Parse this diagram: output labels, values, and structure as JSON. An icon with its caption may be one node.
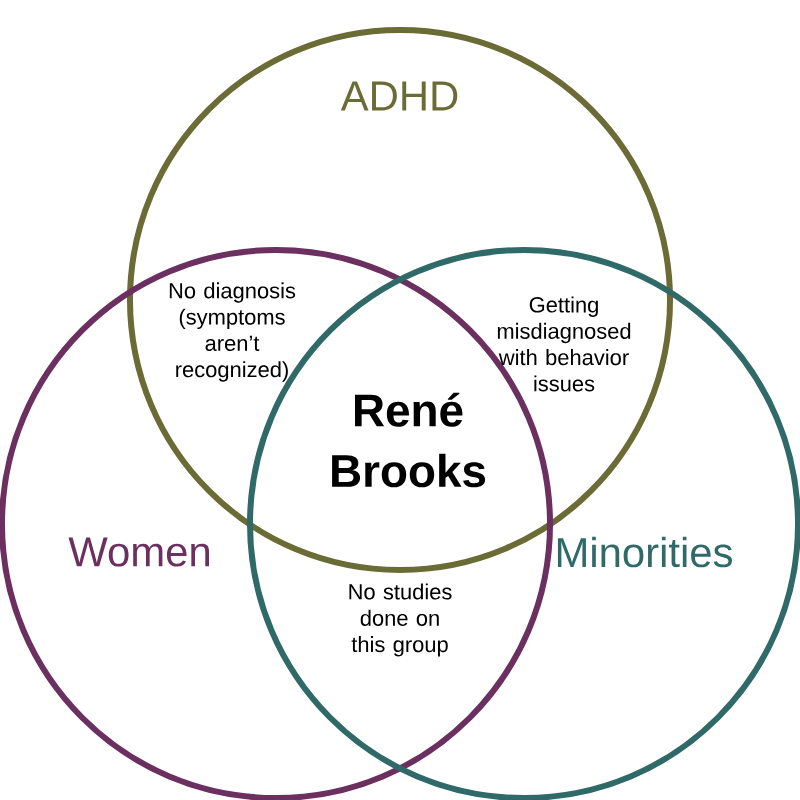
{
  "diagram": {
    "nodes": [
      {
        "text": [
          "ADHD"
        ]
      },
      {
        "text": [
          "Women"
        ]
      },
      {
        "text": [
          "Minorities"
        ]
      }
    ],
    "labels": [
      "No diagnosis (symptoms aren’t recognized)",
      "Getting misdiagnosed with behavior issues",
      "René Brooks",
      "No studies done on this group"
    ]
  }
}
